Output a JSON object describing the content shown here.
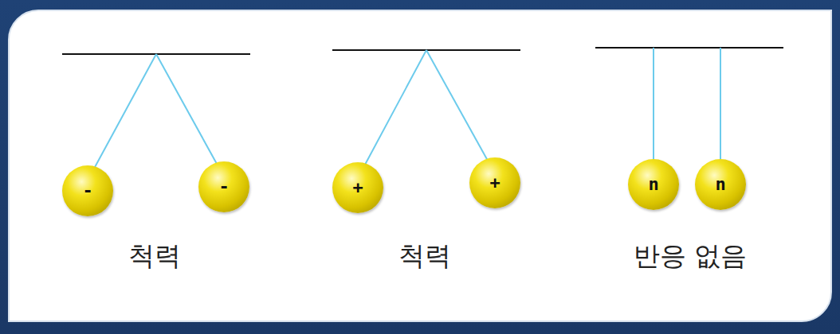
{
  "diagram": {
    "nodes": [
      {
        "text": [
          "-"
        ]
      },
      {
        "text": [
          "-"
        ]
      },
      {
        "text": [
          "+"
        ]
      },
      {
        "text": [
          "+"
        ]
      },
      {
        "text": [
          "n"
        ]
      },
      {
        "text": [
          "n"
        ]
      }
    ],
    "labels": [
      "척력",
      "척력",
      "반응 없음"
    ]
  }
}
